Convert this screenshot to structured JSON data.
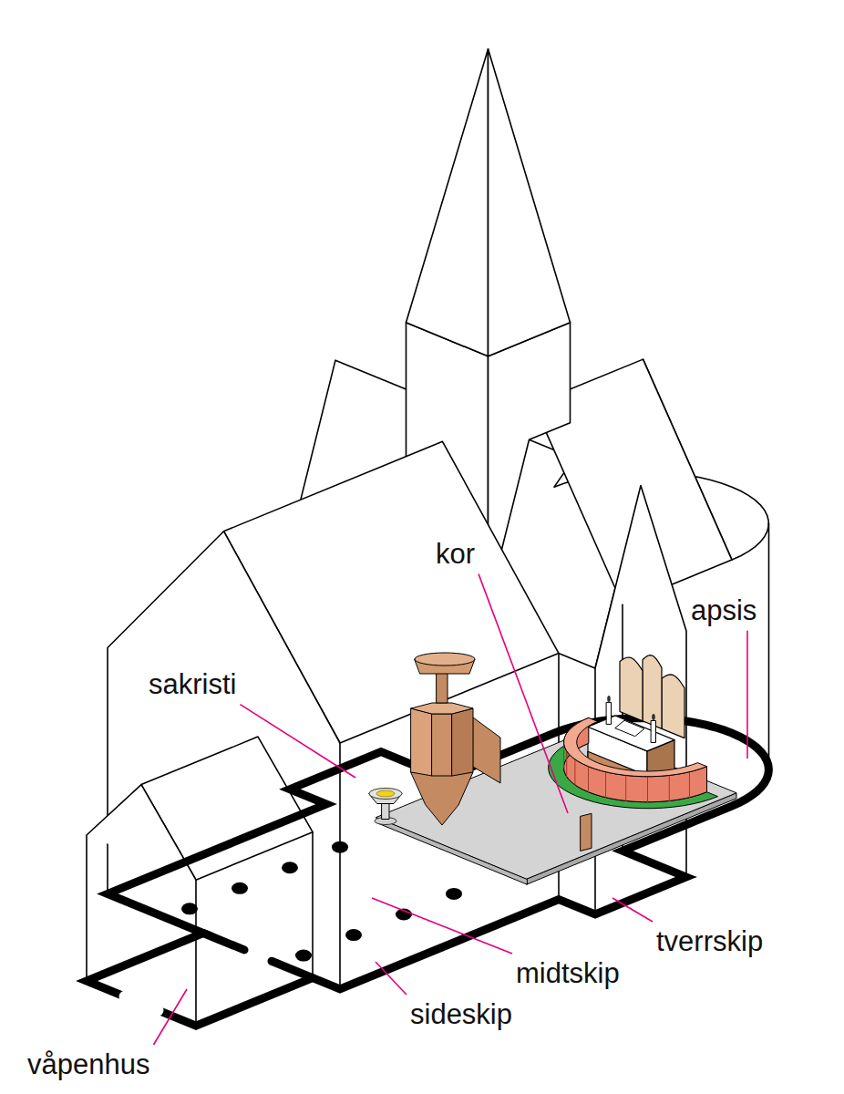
{
  "diagram": {
    "labels": [
      "kor",
      "apsis",
      "sakristi",
      "tverrskip",
      "midtskip",
      "sideskip",
      "våpenhus"
    ]
  }
}
